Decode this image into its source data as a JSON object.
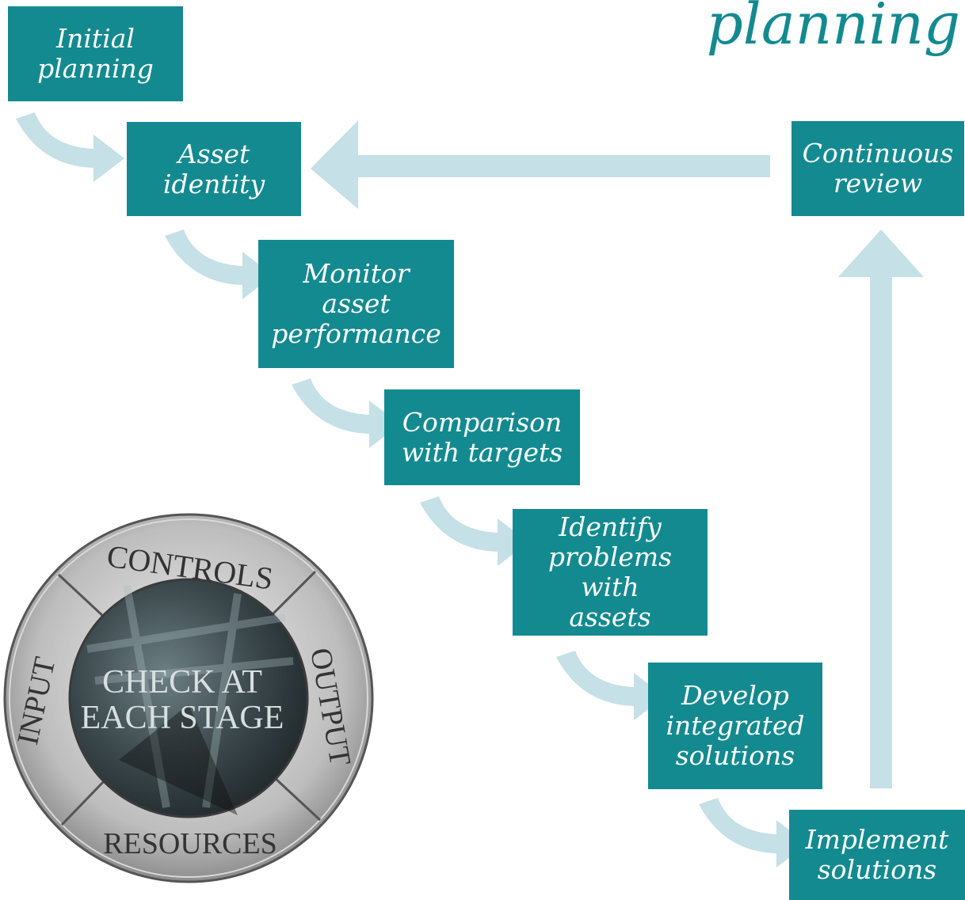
{
  "title": "planning",
  "stages": [
    {
      "label": "Initial\nplanning"
    },
    {
      "label": "Asset\nidentity"
    },
    {
      "label": "Monitor\nasset\nperformance"
    },
    {
      "label": "Comparison\nwith targets"
    },
    {
      "label": "Identify\nproblems with\nassets"
    },
    {
      "label": "Develop\nintegrated\nsolutions"
    },
    {
      "label": "Implement\nsolutions"
    },
    {
      "label": "Continuous\nreview"
    }
  ],
  "badge": {
    "center_line1": "CHECK AT",
    "center_line2": "EACH STAGE",
    "ring": {
      "top": "CONTROLS",
      "right": "OUTPUT",
      "bottom": "RESOURCES",
      "left": "INPUT"
    }
  },
  "colors": {
    "stage_fill": "#138a90",
    "arrow": "#c5e0e6",
    "title": "#138a90"
  }
}
